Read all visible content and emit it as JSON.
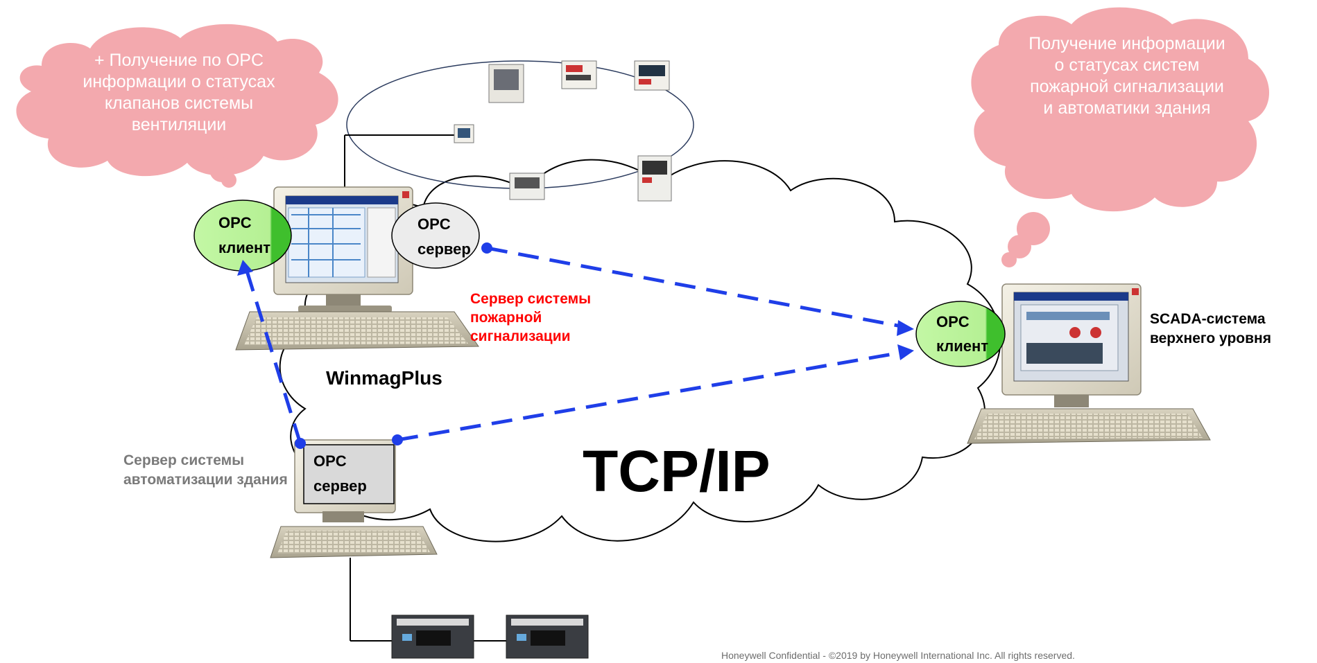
{
  "bubbles": {
    "left_text": "+ Получение по OPC информации о статусах клапанов системы вентиляции",
    "right_text": "Получение информации о статусах систем пожарной сигнализации и автоматики здания"
  },
  "nodes": {
    "fire_server_opc_client": {
      "line1": "OPC",
      "line2": "клиент"
    },
    "fire_server_opc_server": {
      "line1": "OPC",
      "line2": "сервер"
    },
    "bms_opc_server": {
      "line1": "OPC",
      "line2": "сервер"
    },
    "scada_opc_client": {
      "line1": "OPC",
      "line2": "клиент"
    }
  },
  "labels": {
    "fire_server": "Сервер системы пожарной сигнализации",
    "winmag": "WinmagPlus",
    "bms_server": "Сервер системы автоматизации здания",
    "scada": "SCADA-система верхнего уровня",
    "network": "TCP/IP"
  },
  "footer": "Honeywell Confidential - ©2019 by Honeywell International Inc. All rights reserved.",
  "colors": {
    "bubble": "#f3a9ae",
    "opc_client": "#c3f7a5",
    "opc_client_dark": "#3fbf2d",
    "opc_server": "#ececec",
    "link": "#1f3ee8",
    "fire_label": "#ff0000",
    "bms_label": "#7a7a7a"
  }
}
